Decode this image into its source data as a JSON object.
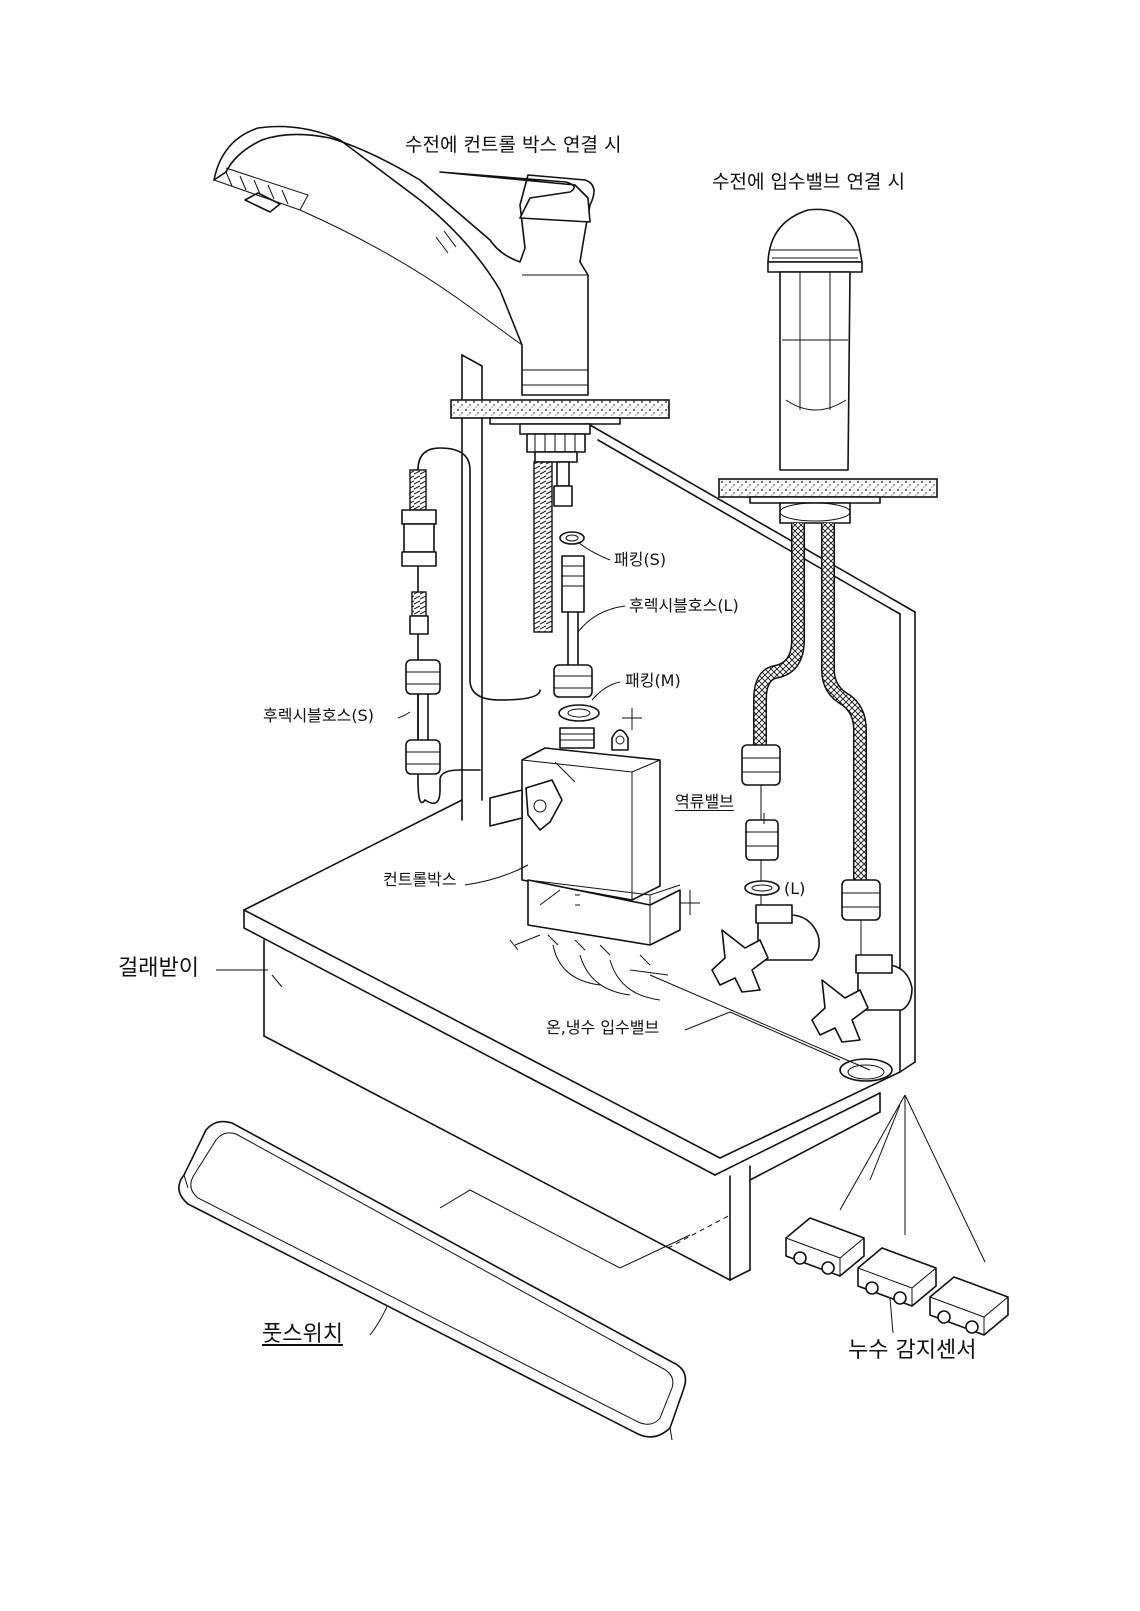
{
  "labels": {
    "top_left": "수전에 컨트롤 박스 연결 시",
    "top_right": "수전에 입수밸브 연결 시",
    "packing_s": "패킹(S)",
    "flex_hose_l": "후렉시블호스(L)",
    "packing_m": "패킹(M)",
    "flex_hose_s": "후렉시블호스(S)",
    "check_valve": "역류밸브",
    "l_mark": "(L)",
    "control_box": "컨트롤박스",
    "drip_tray": "걸래받이",
    "inlet_valve": "온,냉수 입수밸브",
    "foot_switch": "풋스위치",
    "leak_sensor": "누수 감지센서"
  }
}
